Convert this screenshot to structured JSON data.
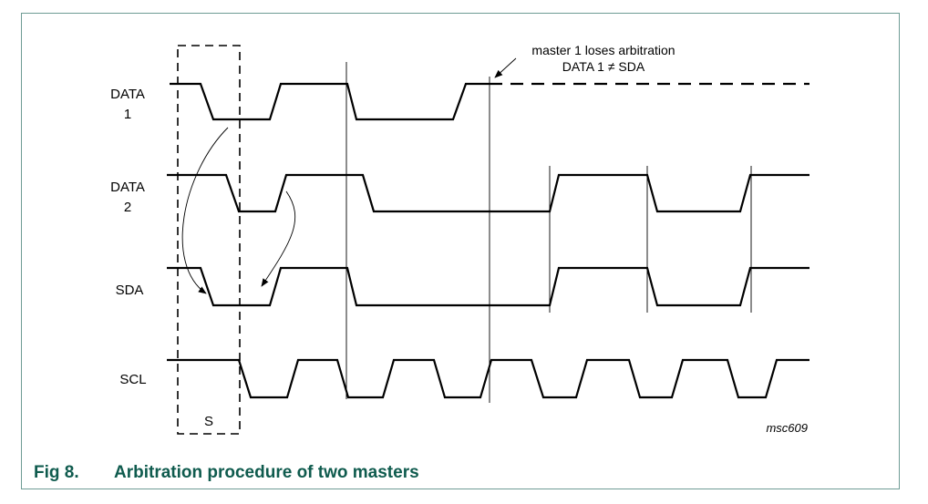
{
  "signals": {
    "data1_line1": "DATA",
    "data1_line2": "1",
    "data2_line1": "DATA",
    "data2_line2": "2",
    "sda": "SDA",
    "scl": "SCL"
  },
  "annotation": {
    "line1": "master 1 loses arbitration",
    "line2": "DATA 1 ≠ SDA"
  },
  "start_label": "S",
  "figure_code": "msc609",
  "caption": {
    "number": "Fig 8.",
    "title": "Arbitration procedure of two masters"
  }
}
